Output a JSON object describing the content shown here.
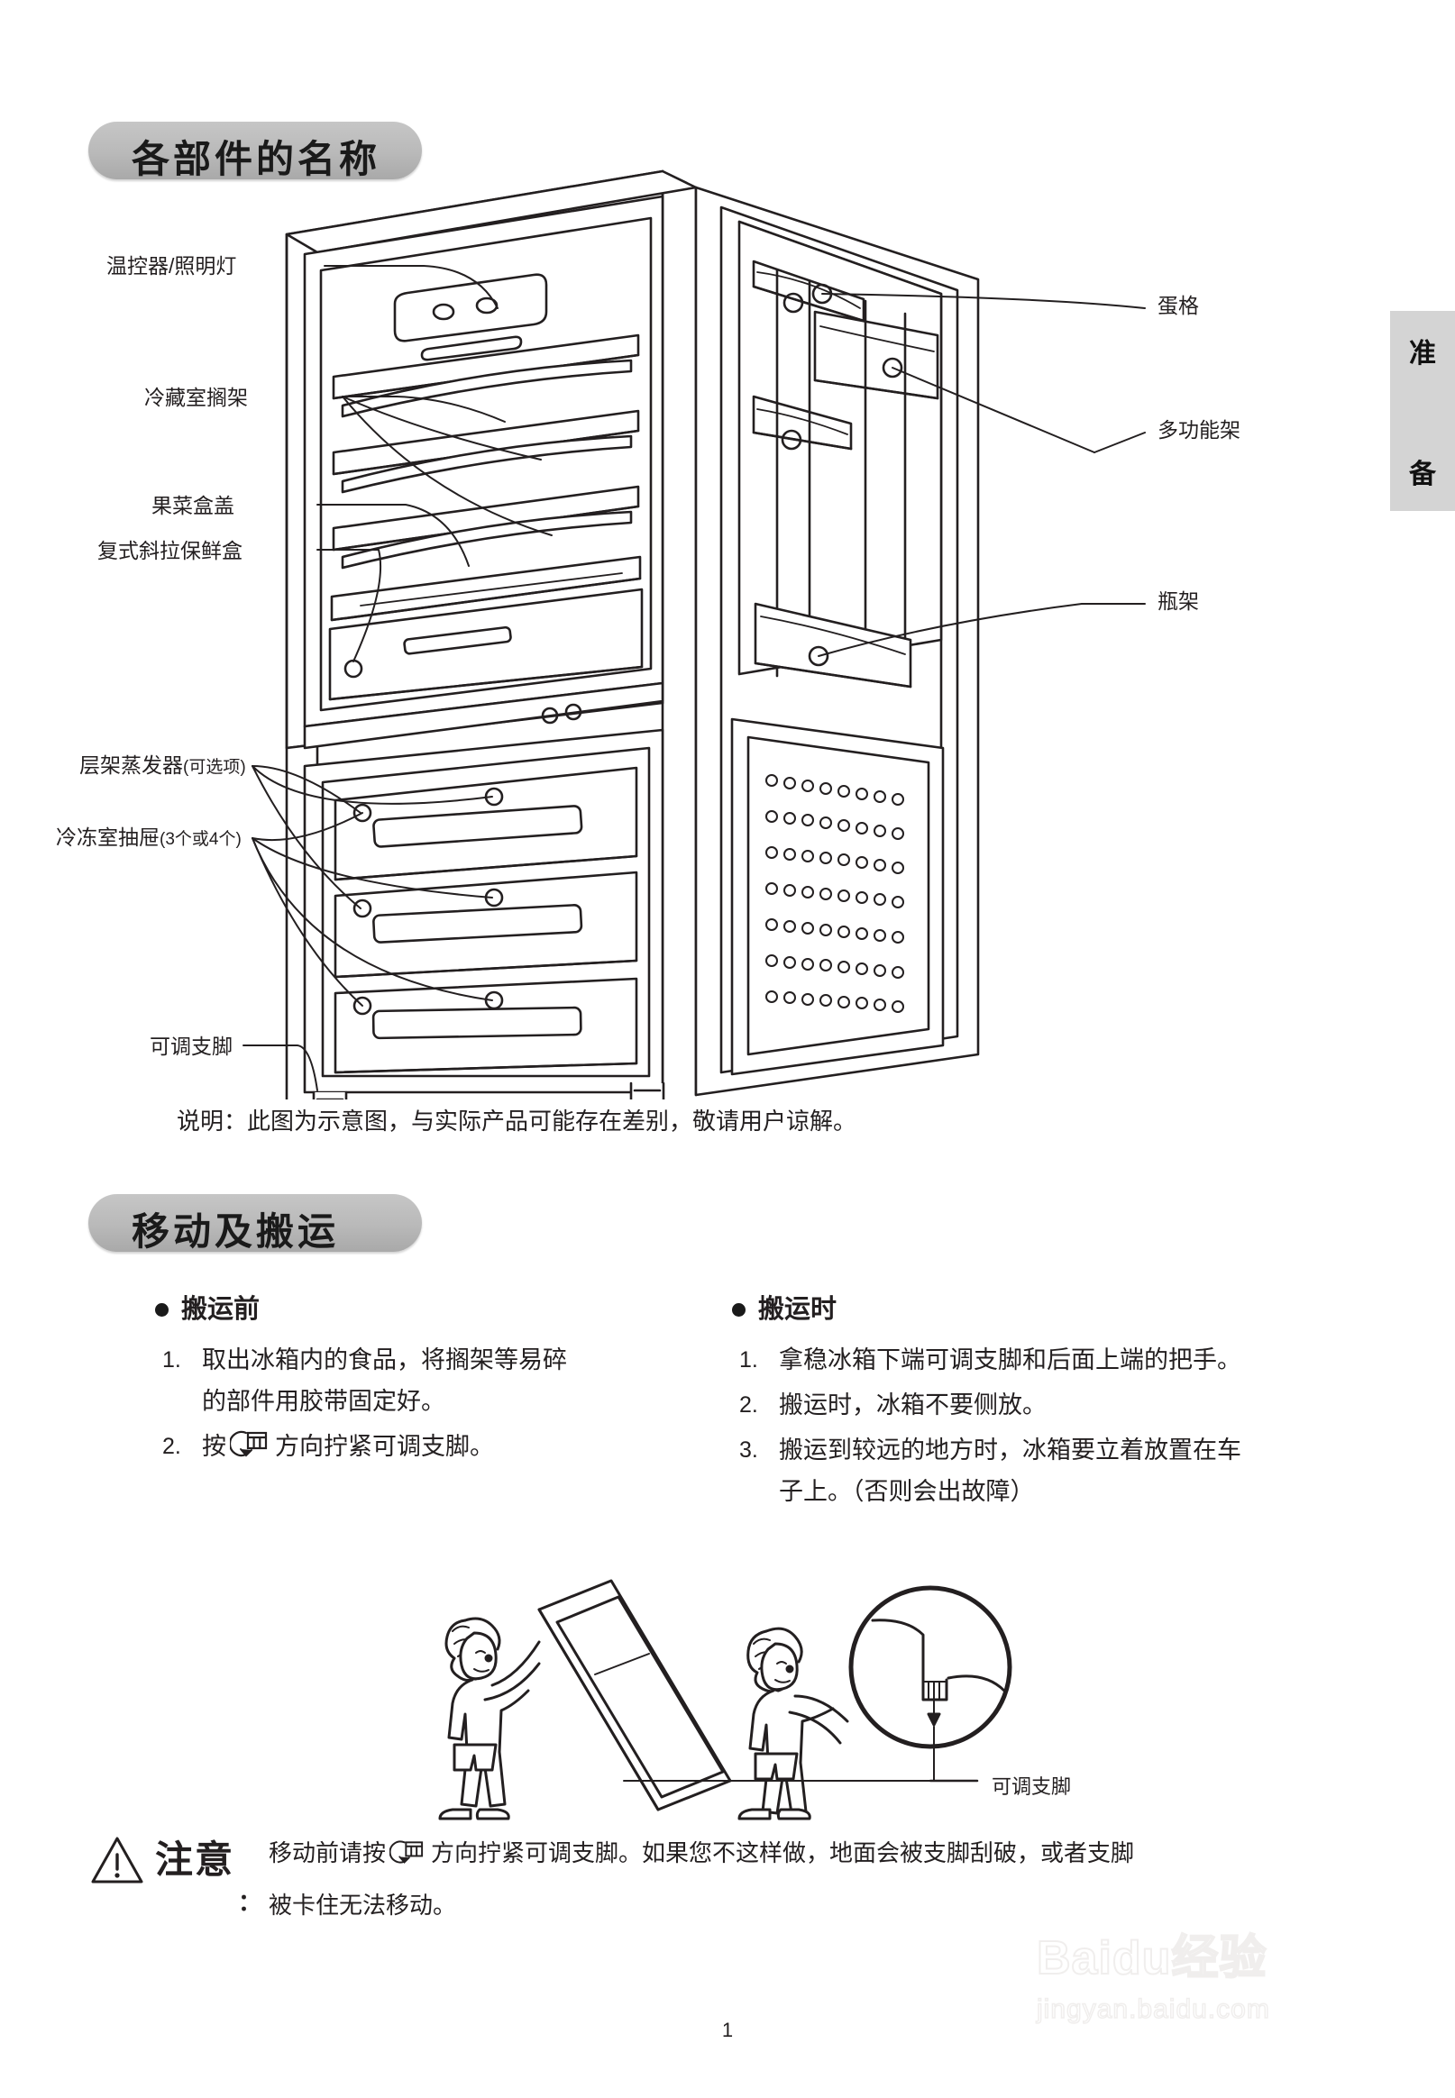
{
  "page": {
    "number": "1",
    "tab_label_chars": [
      "准",
      "备"
    ]
  },
  "sections": [
    {
      "id": "parts",
      "title": "各部件的名称"
    },
    {
      "id": "moving",
      "title": "移动及搬运"
    }
  ],
  "diagram": {
    "note": "说明：此图为示意图，与实际产品可能存在差别，敬请用户谅解。",
    "left_labels": [
      {
        "id": "thermostat-lamp",
        "text": "温控器/照明灯"
      },
      {
        "id": "fridge-shelf",
        "text": "冷藏室搁架"
      },
      {
        "id": "crisper-cover",
        "text": "果菜盒盖"
      },
      {
        "id": "dual-slide-crisper",
        "text": "复式斜拉保鲜盒"
      },
      {
        "id": "shelf-evaporator",
        "text": "层架蒸发器",
        "suffix": "(可选项)"
      },
      {
        "id": "freezer-drawers",
        "text": "冷冻室抽屉",
        "suffix": "(3个或4个)"
      },
      {
        "id": "adjustable-foot",
        "text": "可调支脚"
      }
    ],
    "right_labels": [
      {
        "id": "egg-tray",
        "text": "蛋格"
      },
      {
        "id": "multi-rack",
        "text": "多功能架"
      },
      {
        "id": "bottle-rack",
        "text": "瓶架"
      }
    ]
  },
  "moving": {
    "before": {
      "heading": "搬运前",
      "items": [
        {
          "num": "1.",
          "pre": "取出冰箱内的食品，将搁架等易碎",
          "post": "的部件用胶带固定好。"
        },
        {
          "num": "2.",
          "pre": "按",
          "icon": "screw-ccw-icon",
          "post": "方向拧紧可调支脚。"
        }
      ]
    },
    "during": {
      "heading": "搬运时",
      "items": [
        {
          "num": "1.",
          "text": "拿稳冰箱下端可调支脚和后面上端的把手。"
        },
        {
          "num": "2.",
          "text": "搬运时，冰箱不要侧放。"
        },
        {
          "num": "3.",
          "text": "搬运到较远的地方时，冰箱要立着放置在车",
          "text2": "子上。（否则会出故障）"
        }
      ]
    },
    "illustration_callout": "可调支脚"
  },
  "caution": {
    "icon": "warning-triangle-icon",
    "word": "注意",
    "colon": "：",
    "line1_pre": "移动前请按",
    "line1_icon": "screw-ccw-icon",
    "line1_post": "方向拧紧可调支脚。如果您不这样做，地面会被支脚刮破，或者支脚",
    "line2": "被卡住无法移动。"
  },
  "watermark": {
    "line1": "Baidu经验",
    "line2": "jingyan.baidu.com"
  }
}
